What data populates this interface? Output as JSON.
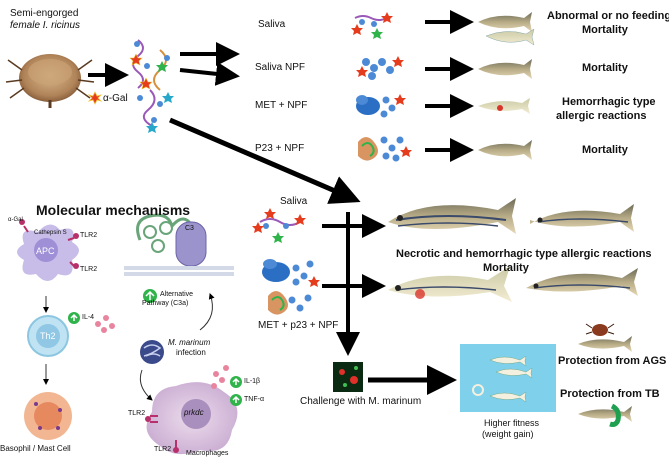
{
  "tick_label_line1": "Semi-engorged",
  "tick_label_line2": "female I. ricinus",
  "alpha_gal_label": "α-Gal",
  "conditions": {
    "saliva": "Saliva",
    "saliva_npf": "Saliva NPF",
    "met_npf": "MET + NPF",
    "p23_npf": "P23 + NPF",
    "saliva_2": "Saliva",
    "met_p23_npf": "MET + p23 + NPF"
  },
  "outcomes": {
    "o1_line1": "Abnormal or no feeding",
    "o1_line2": "Mortality",
    "o2": "Mortality",
    "o3_line1": "Hemorrhagic type",
    "o3_line2": "allergic reactions",
    "o4": "Mortality",
    "o5_line1": "Necrotic and hemorrhagic type allergic reactions",
    "o5_line2": "Mortality",
    "o6": "Protection from AGS",
    "o7": "Protection from TB"
  },
  "challenge_label": "Challenge with M. marinum",
  "fitness_line1": "Higher fitness",
  "fitness_line2": "(weight gain)",
  "mechanisms": {
    "title": "Molecular mechanisms",
    "apc": "APC",
    "cathepsin": "Cathepsin S",
    "tlr2_a": "TLR2",
    "tlr2_b": "TLR2",
    "il4": "IL-4",
    "th2": "Th2",
    "basophil": "Basophil / Mast Cell",
    "c3": "C3",
    "alt_line1": "Alternative",
    "alt_line2": "Pathway (C3a)",
    "infection_line1": "M. marinum",
    "infection_line2": "infection",
    "il1b": "IL-1β",
    "tnfa": "TNF-α",
    "prkdc": "prkdc",
    "tlr2_c": "TLR2",
    "tlr2_d": "TLR2",
    "macrophages": "Macrophages",
    "gal_small": "α-Gal"
  }
}
